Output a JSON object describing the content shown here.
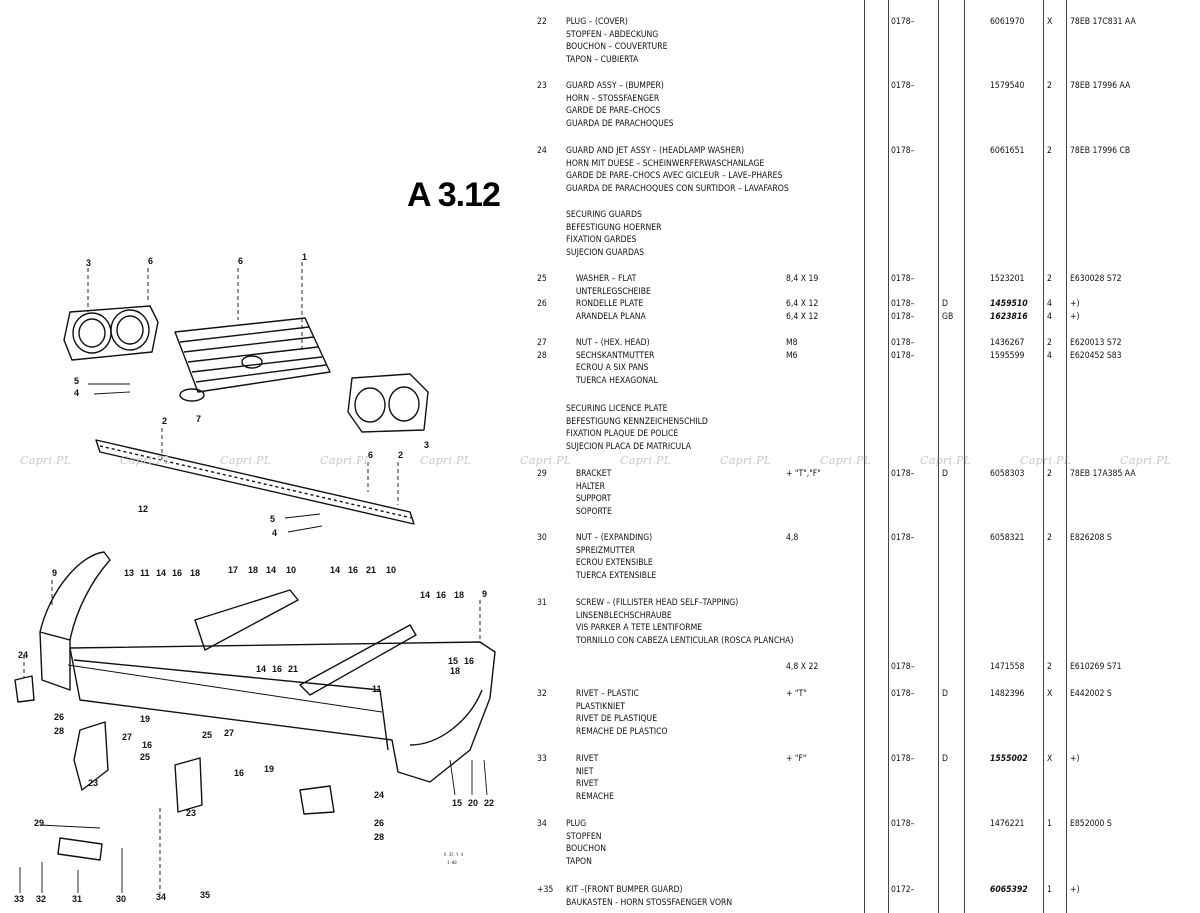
{
  "page_code": "A 3.12",
  "watermark_text": "Capri.PL",
  "diagram": {
    "callouts": [
      "3",
      "6",
      "6",
      "1",
      "5",
      "4",
      "7",
      "2",
      "6",
      "2",
      "5",
      "4",
      "12",
      "3",
      "9",
      "13",
      "11",
      "14",
      "16",
      "18",
      "17",
      "18",
      "14",
      "10",
      "14",
      "16",
      "21",
      "10",
      "14",
      "16",
      "18",
      "9",
      "14",
      "16",
      "21",
      "24",
      "26",
      "28",
      "11",
      "15",
      "16",
      "18",
      "19",
      "27",
      "16",
      "25",
      "25",
      "27",
      "16",
      "19",
      "23",
      "23",
      "24",
      "26",
      "28",
      "15",
      "20",
      "22",
      "29",
      "33",
      "32",
      "31",
      "30",
      "34",
      "35"
    ],
    "small_legend": [
      "A 35 Y 4",
      "1-00"
    ]
  },
  "rows": [
    {
      "ref": "22",
      "lines": [
        "PLUG – (COVER)",
        "STOPFEN - ABDECKUNG",
        "BOUCHON – COUVERTURE",
        "TAPON – CUBIERTA"
      ],
      "spec": "",
      "date": "0178–",
      "var": "",
      "part": "6061970",
      "qty": "X",
      "ext": "78EB 17C831 AA"
    },
    {
      "ref": "23",
      "lines": [
        "GUARD ASSY – (BUMPER)",
        "HORN – STOSSFAENGER",
        "GARDE DE PARE–CHOCS",
        "GUARDA DE PARACHOQUES"
      ],
      "spec": "",
      "date": "0178–",
      "var": "",
      "part": "1579540",
      "qty": "2",
      "ext": "78EB 17996 AA"
    },
    {
      "ref": "24",
      "lines": [
        "GUARD AND JET ASSY – (HEADLAMP WASHER)",
        "HORN MIT DUESE – SCHEINWERFERWASCHANLAGE",
        "GARDE DE PARE–CHOCS AVEC GICLEUR – LAVE–PHARES",
        "GUARDA DE PARACHOQUES CON SURTIDOR – LAVAFAROS"
      ],
      "spec": "",
      "date": "0178–",
      "var": "",
      "part": "6061651",
      "qty": "2",
      "ext": "78EB 17996 CB"
    },
    {
      "ref": "",
      "lines": [
        "SECURING GUARDS",
        "BEFESTIGUNG HOERNER",
        "FIXATION GARDES",
        "SUJECION GUARDAS"
      ],
      "spec": "",
      "date": "",
      "var": "",
      "part": "",
      "qty": "",
      "ext": ""
    },
    {
      "ref": "25",
      "lines": [
        "    WASHER – FLAT",
        "    UNTERLEGSCHEIBE"
      ],
      "spec": "8,4 X 19",
      "date": "0178–",
      "var": "",
      "part": "1523201",
      "qty": "2",
      "ext": "E630028 S72"
    },
    {
      "ref": "26",
      "lines": [
        "    RONDELLE PLATE",
        "    ARANDELA PLANA"
      ],
      "spec": "6,4 X 12",
      "date": "0178–",
      "var": "D",
      "part": "1459510",
      "qty": "4",
      "ext": "+)",
      "italic": true
    },
    {
      "ref": "",
      "lines": [],
      "spec": "6,4 X 12",
      "date": "0178–",
      "var": "GB",
      "part": "1623816",
      "qty": "4",
      "ext": "+)",
      "italic": true
    },
    {
      "ref": "27",
      "lines": [
        "    NUT – (HEX. HEAD)",
        "    SECHSKANTMUTTER",
        "    ECROU A SIX PANS",
        "    TUERCA HEXAGONAL"
      ],
      "spec": "M8",
      "date": "0178–",
      "var": "",
      "part": "1436267",
      "qty": "2",
      "ext": "E620013 S72"
    },
    {
      "ref": "28",
      "lines": [],
      "spec": "M6",
      "date": "0178–",
      "var": "",
      "part": "1595599",
      "qty": "4",
      "ext": "E620452 S83"
    },
    {
      "ref": "",
      "lines": [
        "SECURING LICENCE PLATE",
        "BEFESTIGUNG KENNZEICHENSCHILD",
        "FIXATION PLAQUE DE POLICE",
        "SUJECION PLACA DE MATRICULA"
      ],
      "spec": "",
      "date": "",
      "var": "",
      "part": "",
      "qty": "",
      "ext": ""
    },
    {
      "ref": "29",
      "lines": [
        "    BRACKET",
        "    HALTER",
        "    SUPPORT",
        "    SOPORTE"
      ],
      "spec": "+ \"T\",\"F\"",
      "date": "0178–",
      "var": "D",
      "part": "6058303",
      "qty": "2",
      "ext": "78EB 17A385 AA"
    },
    {
      "ref": "30",
      "lines": [
        "    NUT – (EXPANDING)",
        "    SPREIZMUTTER",
        "    ECROU EXTENSIBLE",
        "    TUERCA EXTENSIBLE"
      ],
      "spec": "4,8",
      "date": "0178–",
      "var": "",
      "part": "6058321",
      "qty": "2",
      "ext": "E826208 S"
    },
    {
      "ref": "31",
      "lines": [
        "    SCREW – (FILLISTER HEAD SELF–TAPPING)",
        "    LINSENBLECHSCHRAUBE",
        "    VIS PARKER A TETE LENTIFORME",
        "    TORNILLO CON CABEZA LENTICULAR (ROSCA PLANCHA)"
      ],
      "spec": "",
      "date": "",
      "var": "",
      "part": "",
      "qty": "",
      "ext": ""
    },
    {
      "ref": "",
      "lines": [],
      "spec": "4,8 X 22",
      "date": "0178–",
      "var": "",
      "part": "1471558",
      "qty": "2",
      "ext": "E610269 S71"
    },
    {
      "ref": "32",
      "lines": [
        "    RIVET – PLASTIC",
        "    PLASTIKNIET",
        "    RIVET DE PLASTIQUE",
        "    REMACHE DE PLASTICO"
      ],
      "spec": "+ \"T\"",
      "date": "0178–",
      "var": "D",
      "part": "1482396",
      "qty": "X",
      "ext": "E442002 S"
    },
    {
      "ref": "33",
      "lines": [
        "    RIVET",
        "    NIET",
        "    RIVET",
        "    REMACHE"
      ],
      "spec": "+ \"F\"",
      "date": "0178–",
      "var": "D",
      "part": "1555002",
      "qty": "X",
      "ext": "+)",
      "italic": true
    },
    {
      "ref": "34",
      "lines": [
        "PLUG",
        "STOPFEN",
        "BOUCHON",
        "TAPON"
      ],
      "spec": "",
      "date": "0178–",
      "var": "",
      "part": "1476221",
      "qty": "1",
      "ext": "E852000 S"
    },
    {
      "ref": "+35",
      "lines": [
        "KIT –(FRONT BUMPER GUARD)",
        "BAUKASTEN - HORN STOSSFAENGER VORN"
      ],
      "spec": "",
      "date": "0172–",
      "var": "",
      "part": "6065392",
      "qty": "1",
      "ext": "+)",
      "italic": true
    }
  ]
}
